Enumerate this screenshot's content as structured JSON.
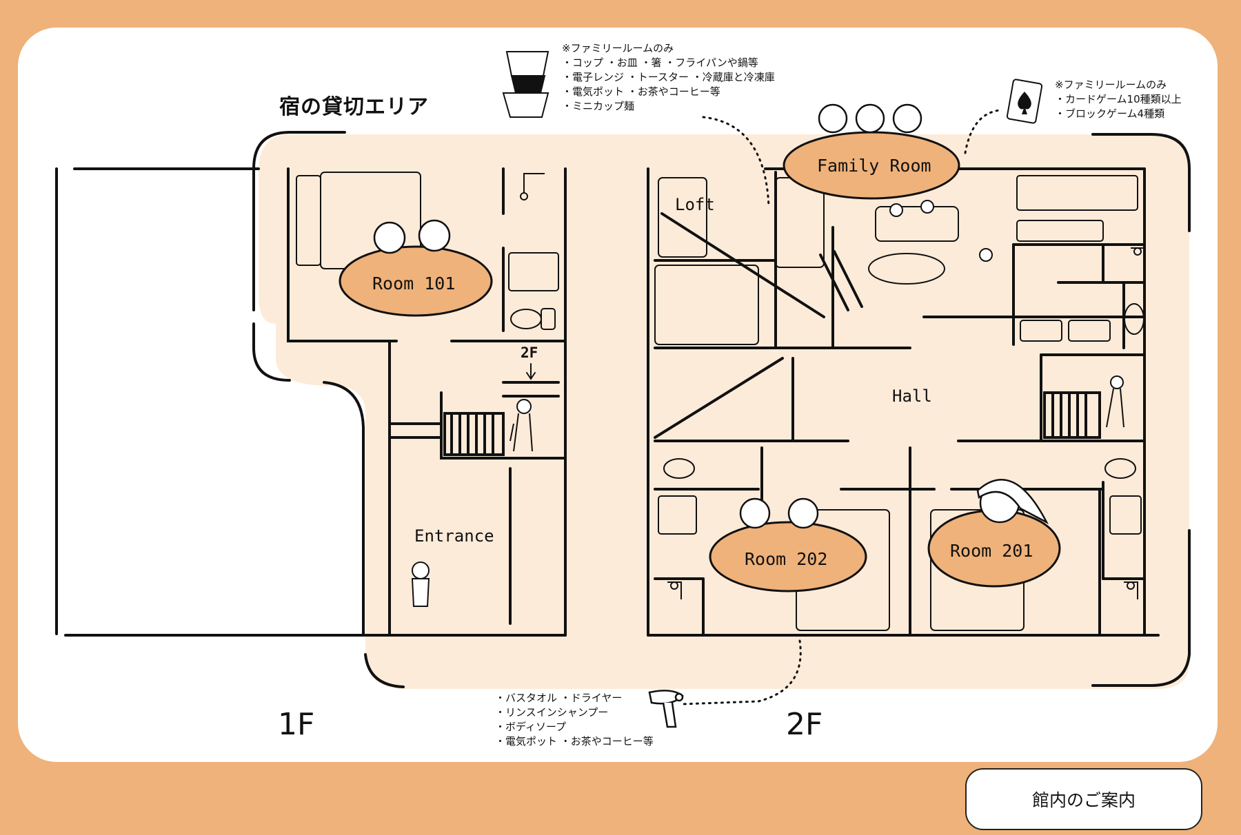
{
  "map": {
    "area_title": "宿の貸切エリア",
    "floors": {
      "first": "1F",
      "second": "2F"
    },
    "stairs_label": "2F",
    "places": {
      "entrance": "Entrance",
      "loft": "Loft",
      "hall": "Hall"
    },
    "rooms": [
      {
        "name": "Room 101"
      },
      {
        "name": "Family Room"
      },
      {
        "name": "Room 202"
      },
      {
        "name": "Room 201"
      }
    ],
    "notes": {
      "kitchen": [
        "※ファミリールームのみ",
        "・コップ ・お皿 ・箸 ・フライパンや鍋等",
        "・電子レンジ ・トースター ・冷蔵庫と冷凍庫",
        "・電気ポット ・お茶やコーヒー等",
        "・ミニカップ麺"
      ],
      "games": [
        "※ファミリールームのみ",
        "・カードゲーム10種類以上",
        "・ブロックゲーム4種類"
      ],
      "amenities": [
        "・バスタオル ・ドライヤー",
        "・リンスインシャンプー",
        "・ボディソープ",
        "・電気ポット ・お茶やコーヒー等"
      ]
    },
    "icons": [
      "noodle-cups-icon",
      "spade-card-icon",
      "hair-dryer-icon",
      "shower-icon",
      "toilet-icon",
      "sink-icon",
      "bed-icon",
      "stairs-icon",
      "sofa-icon",
      "kitchen-icon",
      "person-icon"
    ],
    "colors": {
      "background": "#efb27a",
      "area_fill": "#fdebd9",
      "room_badge": "#efb27a",
      "ink": "#111111"
    }
  },
  "footer": {
    "guide_button": "館内のご案内"
  }
}
